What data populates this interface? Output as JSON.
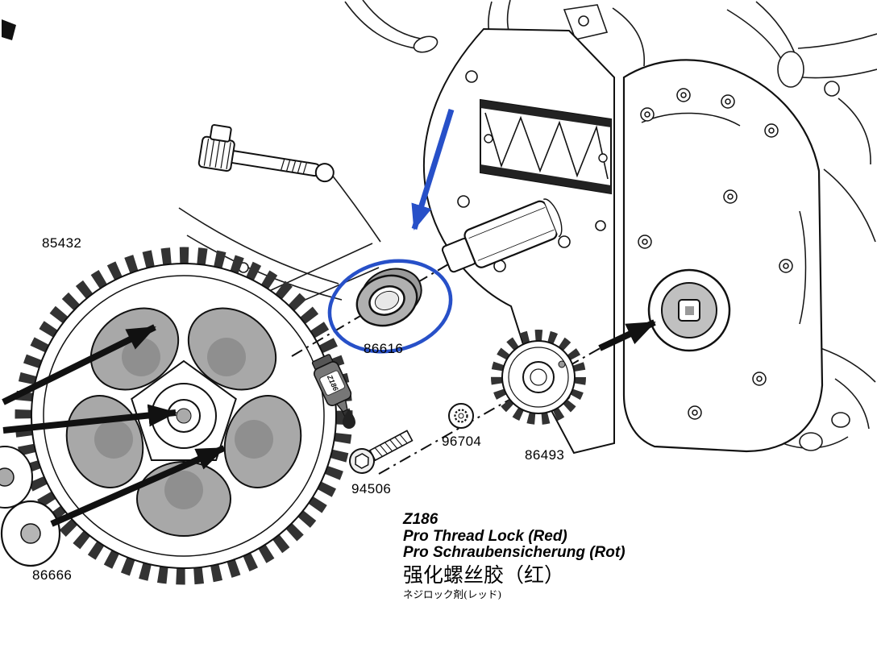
{
  "labels": {
    "spur_gear": "85432",
    "hub": "86666",
    "bearing": "86616",
    "screw": "94506",
    "washer": "96704",
    "pinion_gear": "86493"
  },
  "bottle": {
    "label": "Z186"
  },
  "note": {
    "code": "Z186",
    "english": "Pro Thread Lock (Red)",
    "german": "Pro Schraubensicherung (Rot)",
    "chinese": "强化螺丝胶（红）",
    "japanese": "ネジロック剤(レッド)"
  },
  "colors": {
    "highlight_blue": "#2750c8",
    "line_black": "#111111",
    "shade_gray": "#a8a8a8"
  }
}
